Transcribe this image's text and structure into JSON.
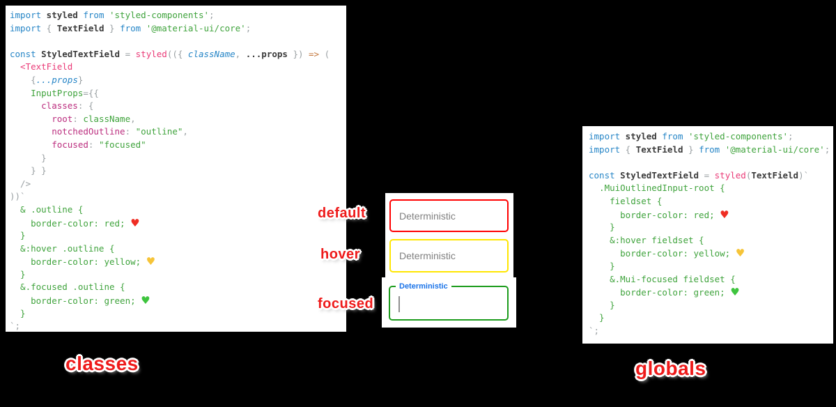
{
  "labels": {
    "default": "default",
    "hover": "hover",
    "focused": "focused",
    "classes": "classes",
    "globals": "globals"
  },
  "textfields": {
    "placeholder": "Deterministic",
    "focused_label": "Deterministic"
  },
  "colors": {
    "annotation_red": "#ee1a1a",
    "code_keyword_blue": "#2786c7",
    "code_identifier": "#3a3a3a",
    "code_punctuation": "#9aa0a3",
    "code_string_green": "#3fa33c",
    "code_css_green": "#3fa33c",
    "code_key_magenta": "#bb2d7e",
    "code_jsx_pink": "#ea3a77",
    "code_arrow_orange": "#c3763a",
    "heart_red": "#ef2d23",
    "heart_yellow": "#f6c438",
    "heart_green": "#3ec43e",
    "border_default": "#ff0000",
    "border_hover": "#ffe600",
    "border_focused": "#1c9c1c",
    "focused_label_blue": "#1a73e8",
    "placeholder_gray": "#808080"
  },
  "code_left": {
    "lines": [
      [
        [
          "k",
          "import"
        ],
        [
          "i",
          " styled"
        ],
        [
          "k",
          " from"
        ],
        [
          "s",
          " 'styled-components'"
        ],
        [
          "p",
          ";"
        ]
      ],
      [
        [
          "k",
          "import"
        ],
        [
          "p",
          " {"
        ],
        [
          "i",
          " TextField"
        ],
        [
          "p",
          " }"
        ],
        [
          "k",
          " from"
        ],
        [
          "s",
          " '@material-ui/core'"
        ],
        [
          "p",
          ";"
        ]
      ],
      [],
      [
        [
          "k",
          "const"
        ],
        [
          "i",
          " StyledTextField"
        ],
        [
          "p",
          " ="
        ],
        [
          "pk",
          " styled"
        ],
        [
          "p",
          "(({"
        ],
        [
          "b",
          " className"
        ],
        [
          "p",
          ","
        ],
        [
          "i",
          " ...props"
        ],
        [
          "p",
          " })"
        ],
        [
          "o",
          " =>"
        ],
        [
          "p",
          " ("
        ]
      ],
      [
        [
          "pk",
          "  <TextField"
        ]
      ],
      [
        [
          "p",
          "    {"
        ],
        [
          "b",
          "...props"
        ],
        [
          "p",
          "}"
        ]
      ],
      [
        [
          "s",
          "    InputProps"
        ],
        [
          "p",
          "={{"
        ]
      ],
      [
        [
          "m",
          "      classes"
        ],
        [
          "p",
          ": {"
        ]
      ],
      [
        [
          "m",
          "        root"
        ],
        [
          "p",
          ":"
        ],
        [
          "s",
          " className"
        ],
        [
          "p",
          ","
        ]
      ],
      [
        [
          "m",
          "        notchedOutline"
        ],
        [
          "p",
          ":"
        ],
        [
          "s",
          " \"outline\""
        ],
        [
          "p",
          ","
        ]
      ],
      [
        [
          "m",
          "        focused"
        ],
        [
          "p",
          ":"
        ],
        [
          "s",
          " \"focused\""
        ]
      ],
      [
        [
          "p",
          "      }"
        ]
      ],
      [
        [
          "p",
          "    } }"
        ]
      ],
      [
        [
          "p",
          "  />"
        ]
      ],
      [
        [
          "p",
          "))`"
        ]
      ],
      [
        [
          "g",
          "  & .outline {"
        ]
      ],
      [
        [
          "g",
          "    border-color: red; "
        ],
        [
          "hr",
          "♥"
        ]
      ],
      [
        [
          "g",
          "  }"
        ]
      ],
      [
        [
          "g",
          "  &:hover .outline {"
        ]
      ],
      [
        [
          "g",
          "    border-color: yellow; "
        ],
        [
          "hy",
          "♥"
        ]
      ],
      [
        [
          "g",
          "  }"
        ]
      ],
      [
        [
          "g",
          "  &.focused .outline {"
        ]
      ],
      [
        [
          "g",
          "    border-color: green; "
        ],
        [
          "hg",
          "♥"
        ]
      ],
      [
        [
          "g",
          "  }"
        ]
      ],
      [
        [
          "p",
          "`;"
        ]
      ]
    ]
  },
  "code_right": {
    "lines": [
      [
        [
          "k",
          "import"
        ],
        [
          "i",
          " styled"
        ],
        [
          "k",
          " from"
        ],
        [
          "s",
          " 'styled-components'"
        ],
        [
          "p",
          ";"
        ]
      ],
      [
        [
          "k",
          "import"
        ],
        [
          "p",
          " {"
        ],
        [
          "i",
          " TextField"
        ],
        [
          "p",
          " }"
        ],
        [
          "k",
          " from"
        ],
        [
          "s",
          " '@material-ui/core'"
        ],
        [
          "p",
          ";"
        ]
      ],
      [],
      [
        [
          "k",
          "const"
        ],
        [
          "i",
          " StyledTextField"
        ],
        [
          "p",
          " ="
        ],
        [
          "pk",
          " styled"
        ],
        [
          "p",
          "("
        ],
        [
          "i",
          "TextField"
        ],
        [
          "p",
          ")`"
        ]
      ],
      [
        [
          "g",
          "  .MuiOutlinedInput-root {"
        ]
      ],
      [
        [
          "g",
          "    fieldset {"
        ]
      ],
      [
        [
          "g",
          "      border-color: red; "
        ],
        [
          "hr",
          "♥"
        ]
      ],
      [
        [
          "g",
          "    }"
        ]
      ],
      [
        [
          "g",
          "    &:hover fieldset {"
        ]
      ],
      [
        [
          "g",
          "      border-color: yellow; "
        ],
        [
          "hy",
          "♥"
        ]
      ],
      [
        [
          "g",
          "    }"
        ]
      ],
      [
        [
          "g",
          "    &.Mui-focused fieldset {"
        ]
      ],
      [
        [
          "g",
          "      border-color: green; "
        ],
        [
          "hg",
          "♥"
        ]
      ],
      [
        [
          "g",
          "    }"
        ]
      ],
      [
        [
          "g",
          "  }"
        ]
      ],
      [
        [
          "p",
          "`;"
        ]
      ]
    ]
  }
}
